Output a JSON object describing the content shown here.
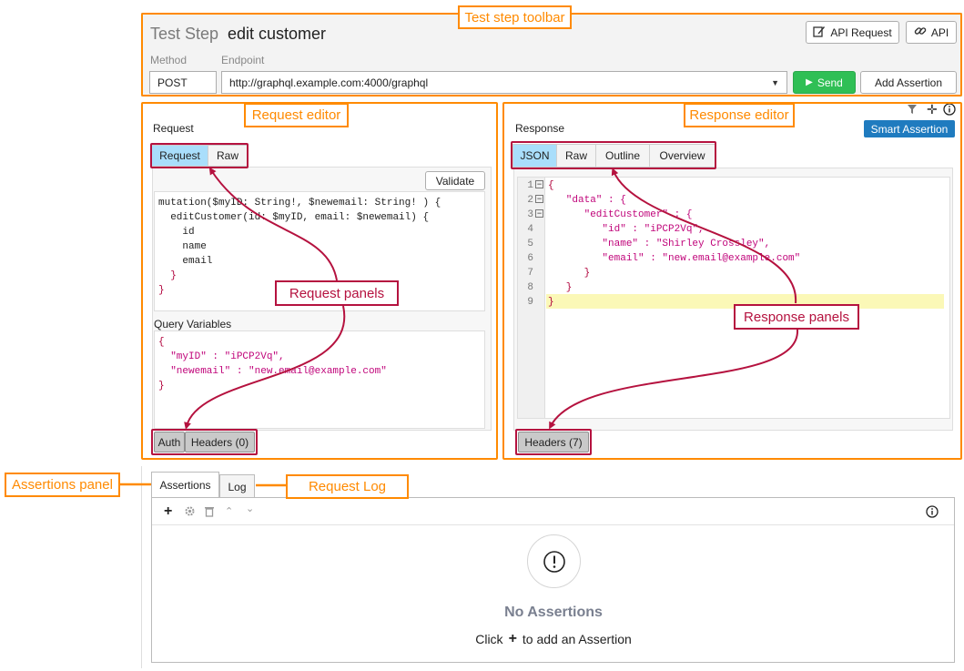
{
  "toolbar": {
    "title_prefix": "Test Step",
    "title": "edit customer",
    "api_request_label": "API Request",
    "api_label": "API",
    "method_label": "Method",
    "endpoint_label": "Endpoint",
    "method_value": "POST",
    "endpoint_value": "http://graphql.example.com:4000/graphql",
    "send_label": "Send",
    "add_assertion_label": "Add Assertion"
  },
  "request": {
    "title": "Request",
    "tabs": [
      {
        "label": "Request"
      },
      {
        "label": "Raw"
      }
    ],
    "validate_label": "Validate",
    "code": [
      "mutation($myID: String!, $newemail: String! ) {",
      "  editCustomer(id: $myID, email: $newemail) {",
      "    id",
      "    name",
      "    email",
      "  }",
      "}"
    ],
    "query_variables_label": "Query Variables",
    "variables": [
      "{",
      "  \"myID\" : \"iPCP2Vq\",",
      "  \"newemail\" : \"new.email@example.com\"",
      "}"
    ],
    "bottom_tabs": [
      {
        "label": "Auth"
      },
      {
        "label": "Headers (0)"
      }
    ]
  },
  "response": {
    "title": "Response",
    "smart_assertion_label": "Smart Assertion",
    "tabs": [
      {
        "label": "JSON"
      },
      {
        "label": "Raw"
      },
      {
        "label": "Outline"
      },
      {
        "label": "Overview"
      }
    ],
    "line_numbers": [
      "1",
      "2",
      "3",
      "4",
      "5",
      "6",
      "7",
      "8",
      "9"
    ],
    "code": [
      "{",
      "   \"data\" : {",
      "      \"editCustomer\" : {",
      "         \"id\" : \"iPCP2Vq\",",
      "         \"name\" : \"Shirley Crossley\",",
      "         \"email\" : \"new.email@example.com\"",
      "      }",
      "   }",
      "}"
    ],
    "headers_tab_label": "Headers (7)"
  },
  "assertions": {
    "tabs": [
      {
        "label": "Assertions"
      },
      {
        "label": "Log"
      }
    ],
    "empty_title": "No Assertions",
    "empty_hint_pre": "Click",
    "empty_hint_post": "to add an Assertion"
  },
  "annotations": {
    "test_step_toolbar": "Test step toolbar",
    "request_editor": "Request editor",
    "response_editor": "Response editor",
    "request_panels": "Request panels",
    "response_panels": "Response panels",
    "assertions_panel": "Assertions panel",
    "request_log": "Request Log"
  },
  "colors": {
    "annotation_orange": "#ff8a00",
    "annotation_red": "#b5123f",
    "active_tab": "#a9defb",
    "send_green": "#2fbf55",
    "smart_assertion_blue": "#1f7bbf"
  }
}
